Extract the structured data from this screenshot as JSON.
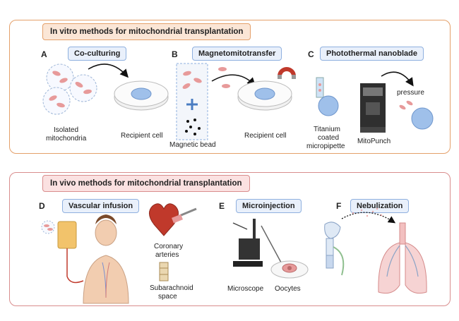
{
  "in_vitro": {
    "title": "In vitro methods for mitochondrial transplantation",
    "panels": [
      {
        "letter": "A",
        "method": "Co-culturing",
        "labels": [
          "Isolated",
          "mitochondria",
          "Recipient cell"
        ]
      },
      {
        "letter": "B",
        "method": "Magnetomitotransfer",
        "labels": [
          "Magnetic bead",
          "Recipient cell"
        ]
      },
      {
        "letter": "C",
        "method": "Photothermal nanoblade",
        "labels": [
          "Titanium",
          "coated",
          "micropipette",
          "MitoPunch",
          "pressure"
        ]
      }
    ]
  },
  "in_vivo": {
    "title": "In vivo methods for mitochondrial transplantation",
    "panels": [
      {
        "letter": "D",
        "method": "Vascular infusion",
        "labels": [
          "Coronary",
          "arteries",
          "Subarachnoid",
          "space"
        ]
      },
      {
        "letter": "E",
        "method": "Microinjection",
        "labels": [
          "Microscope",
          "Oocytes"
        ]
      },
      {
        "letter": "F",
        "method": "Nebulization",
        "labels": []
      }
    ]
  },
  "colors": {
    "vitro_border": "#e4a06a",
    "vivo_border": "#d98d8d",
    "method_box": "#e9f0fb",
    "mitochondria": "#e79a9a",
    "cell": "#9fc0ea"
  }
}
